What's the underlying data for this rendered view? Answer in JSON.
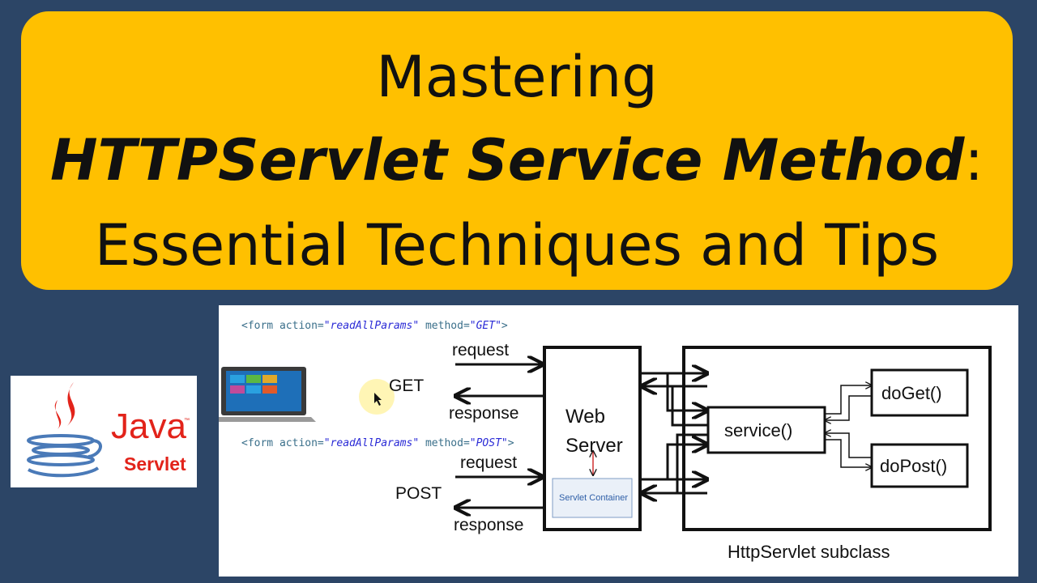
{
  "title": {
    "line1": "Mastering",
    "line2_main": "HTTPServlet Service Method",
    "line2_colon": ":",
    "line3": "Essential Techniques and Tips"
  },
  "logo": {
    "brand": "Java",
    "product": "Servlet",
    "trademark": "™"
  },
  "diagram": {
    "get_form": {
      "open": "<form action=",
      "action": "\"readAllParams\"",
      "method_label": " method=",
      "method": "\"GET\"",
      "close": ">"
    },
    "post_form": {
      "open": "<form action=",
      "action": "\"readAllParams\"",
      "method_label": " method=",
      "method": "\"POST\"",
      "close": ">"
    },
    "get_label": "GET",
    "post_label": "POST",
    "request_label": "request",
    "response_label": "response",
    "web_server_line1": "Web",
    "web_server_line2": "Server",
    "servlet_container": "Servlet Container",
    "service": "service()",
    "do_get": "doGet()",
    "do_post": "doPost()",
    "subclass_label": "HttpServlet subclass"
  },
  "colors": {
    "background": "#2c4566",
    "title_box": "#ffc000",
    "java_red": "#e2231a",
    "java_blue": "#4a7ab8"
  }
}
